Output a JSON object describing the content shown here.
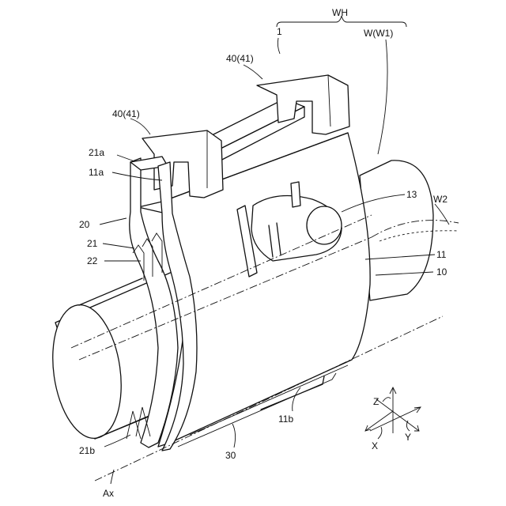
{
  "labels": {
    "wh": "WH",
    "one": "1",
    "w_w1": "W(W1)",
    "clip_top": "40(41)",
    "clip_left": "40(41)",
    "l21a": "21a",
    "l11a": "11a",
    "l20": "20",
    "l21": "21",
    "l22": "22",
    "l13": "13",
    "lw2": "W2",
    "l11": "11",
    "l10": "10",
    "l11b": "11b",
    "l21b": "21b",
    "l30": "30",
    "lax": "Ax"
  },
  "axes": {
    "z": "Z",
    "x": "X",
    "y": "Y"
  }
}
